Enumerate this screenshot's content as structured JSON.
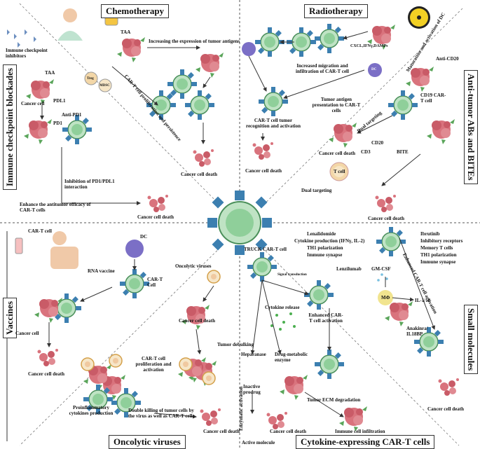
{
  "sections": {
    "chemotherapy": "Chemotherapy",
    "radiotherapy": "Radiotherapy",
    "immune_checkpoint": "Immune checkpoint blockades",
    "anti_tumor": "Anti-tumor ABs and BITEs",
    "vaccines": "Vaccines",
    "small_molecules": "Small molecules",
    "oncolytic": "Oncolytic viruses",
    "cytokine": "Cytokine-expressing CAR-T cells"
  },
  "chemo": {
    "taa": "TAA",
    "increase": "Increasing the expression of tumor antigens",
    "treg": "Treg",
    "mdsc": "MDSC",
    "proliferation": "CAR-T cell proliferation and persistence",
    "death": "Cancer cell death"
  },
  "icb": {
    "inhibitors": "Immune checkpoint inhibitors",
    "taa": "TAA",
    "cancer_cell": "Cancer cell",
    "pdl1": "PDL1",
    "anti_pd1": "Anti-PD1",
    "pd1": "PD1",
    "inhibition": "Inhibition of PD1/PDL1 interaction",
    "enhance": "Enhance the antitumor efficacy of CAR-T cells",
    "death": "Cancer cell death"
  },
  "radio": {
    "cxcl": "CXCL,IFNγ,DAMPs",
    "maturation": "Maturation and activation of DC",
    "migration": "Increased migration and infiltration of CAR-T cell",
    "dc": "DC",
    "presentation": "Tumor antigen presentation to CAR-T cells",
    "recognition": "CAR-T cell tumor recognition and activation",
    "death": "Cancer cell death"
  },
  "abs": {
    "anti_cd20": "Anti-CD20",
    "cd19": "CD19 CAR-T cell",
    "dual1": "Dual targeting",
    "cd20": "CD20",
    "cd3": "CD3",
    "bite": "BITE",
    "tcell": "T cell",
    "dual2": "Dual targeting",
    "death1": "Cancer cell death",
    "death2": "Cancer cell death"
  },
  "vaccines": {
    "cart": "CAR-T cell",
    "dc": "DC",
    "rna": "RNA vaccine",
    "cart2": "CAR-T Cell",
    "cancer_cell": "Cancer cell",
    "death": "Cancer cell death"
  },
  "onco": {
    "viruses": "Oncolytic viruses",
    "debulking": "Tumor debulking",
    "prolif": "CAR-T cell proliferation and activation",
    "proinflam": "Proinflammatory cytokines production",
    "double": "Double killing of tumor cells by the virus as well as CAR-T cells",
    "death1": "Cancer cell death",
    "death2": "Cancer cell death"
  },
  "small": {
    "lenalidomide": "Lenalidomide",
    "cyto_prod": "Cytokine production (IFNγ, IL-2)",
    "th1": "TH1 polarization",
    "synapse": "Immune synapse",
    "ibrutinib": "Ibrutinib",
    "inhib_rec": "Inhibitory receptors",
    "memory": "Memory T cells",
    "th1b": "TH1 polarization",
    "synapse2": "Immune synapse",
    "lenzilumab": "Lenzilumab",
    "gmcsf": "GM-CSF",
    "mphi": "MΦ",
    "il1": "IL-1/18",
    "anakinra": "Anakinra/ IL18BP",
    "enhanced": "Enhanced CAR-T cell activation",
    "death": "Cancer cell death"
  },
  "cyto": {
    "truck": "TRUCK CAR-T cell",
    "signal": "Signal transduction",
    "release": "Cytokine release",
    "enhanced": "Enhanced CAR-T cell activation",
    "heparanase": "Heparanase",
    "drug_enzyme": "Drug-metabolic enzyme",
    "inactive": "Inactive prodrug",
    "enzymatic": "Enzymatic activation",
    "active": "Active molecule",
    "ecm": "Tumor ECM degradation",
    "death": "Cancer cell death",
    "infiltration": "Immune cell infiltration"
  },
  "colors": {
    "cart": "#bfe3c4",
    "tumor": "#d9737d",
    "receptor": "#3c7fb0",
    "dc": "#7b6fc6"
  }
}
